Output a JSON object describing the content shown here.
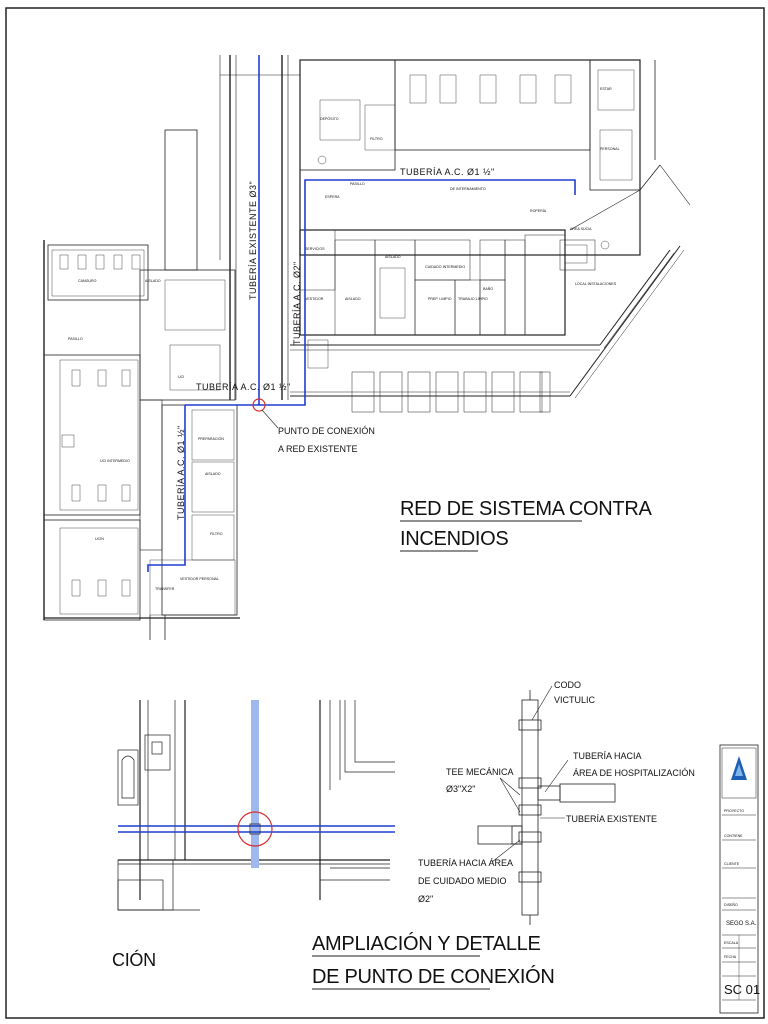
{
  "colors": {
    "pipe_blue": "#1f3fd0",
    "highlight_red": "#d83030",
    "pipe_light": "#9fb8f0",
    "line": "#222222"
  },
  "plan": {
    "title_line1": "RED DE SISTEMA CONTRA",
    "title_line2": "INCENDIOS",
    "pipe_existing": "TUBERÍA EXISTENTE Ø3\"",
    "pipe_ac2": "TUBERÍA A.C. Ø2\"",
    "pipe_ac15_top": "TUBERÍA A.C. Ø1 ½\"",
    "pipe_ac15_mid": "TUBERÍA A.C. Ø1 ½\"",
    "pipe_ac15_vert": "TUBERÍA A.C. Ø1 ½\"",
    "conn_line1": "PUNTO DE CONEXIÓN",
    "conn_line2": "A RED EXISTENTE",
    "rooms": [
      "CANGURO",
      "AISLADO",
      "PASILLO",
      "UCI",
      "UCIN",
      "AISLADO",
      "FILTRO",
      "VESTIDOR PERSONAL",
      "FILTRO",
      "AISLADO",
      "PASILLO",
      "AREA SUCIA",
      "SERVICIOS",
      "PERSONAL",
      "ESTAR",
      "BAÑO",
      "TRABAJO LIMPIO",
      "PREP. LIMPIO",
      "CUIDADO INTERMEDIO",
      "UCI INTERMEDIO",
      "ROPERÍA",
      "LOCAL INSTALACIONES",
      "ESPERA",
      "DEPÓSITO",
      "TRANSFER",
      "VESTIDOR",
      "PREPARACIÓN",
      "AISLADO",
      "DE INTERNAMIENTO"
    ]
  },
  "detail": {
    "title_line1": "AMPLIACIÓN Y DETALLE",
    "title_line2": "DE PUNTO DE CONEXIÓN",
    "cut_text": "CIÓN",
    "codo_line1": "CODO",
    "codo_line2": "VICTULIC",
    "tee_line1": "TEE MECÁNICA",
    "tee_line2": "Ø3\"X2\"",
    "hosp_line1": "TUBERÍA HACIA",
    "hosp_line2": "ÁREA DE HOSPITALIZACIÓN",
    "existing": "TUBERÍA EXISTENTE",
    "medio_line1": "TUBERÍA HACIA ÁREA",
    "medio_line2": "DE CUIDADO MEDIO",
    "medio_line3": "Ø2\""
  },
  "title_block": {
    "company": "SEGO S.A.",
    "sheet_code": "SC 01",
    "fields": [
      "PROYECTO",
      "CONTIENE",
      "CLIENTE",
      "DISEÑO",
      "ESCALA",
      "FECHA"
    ]
  }
}
